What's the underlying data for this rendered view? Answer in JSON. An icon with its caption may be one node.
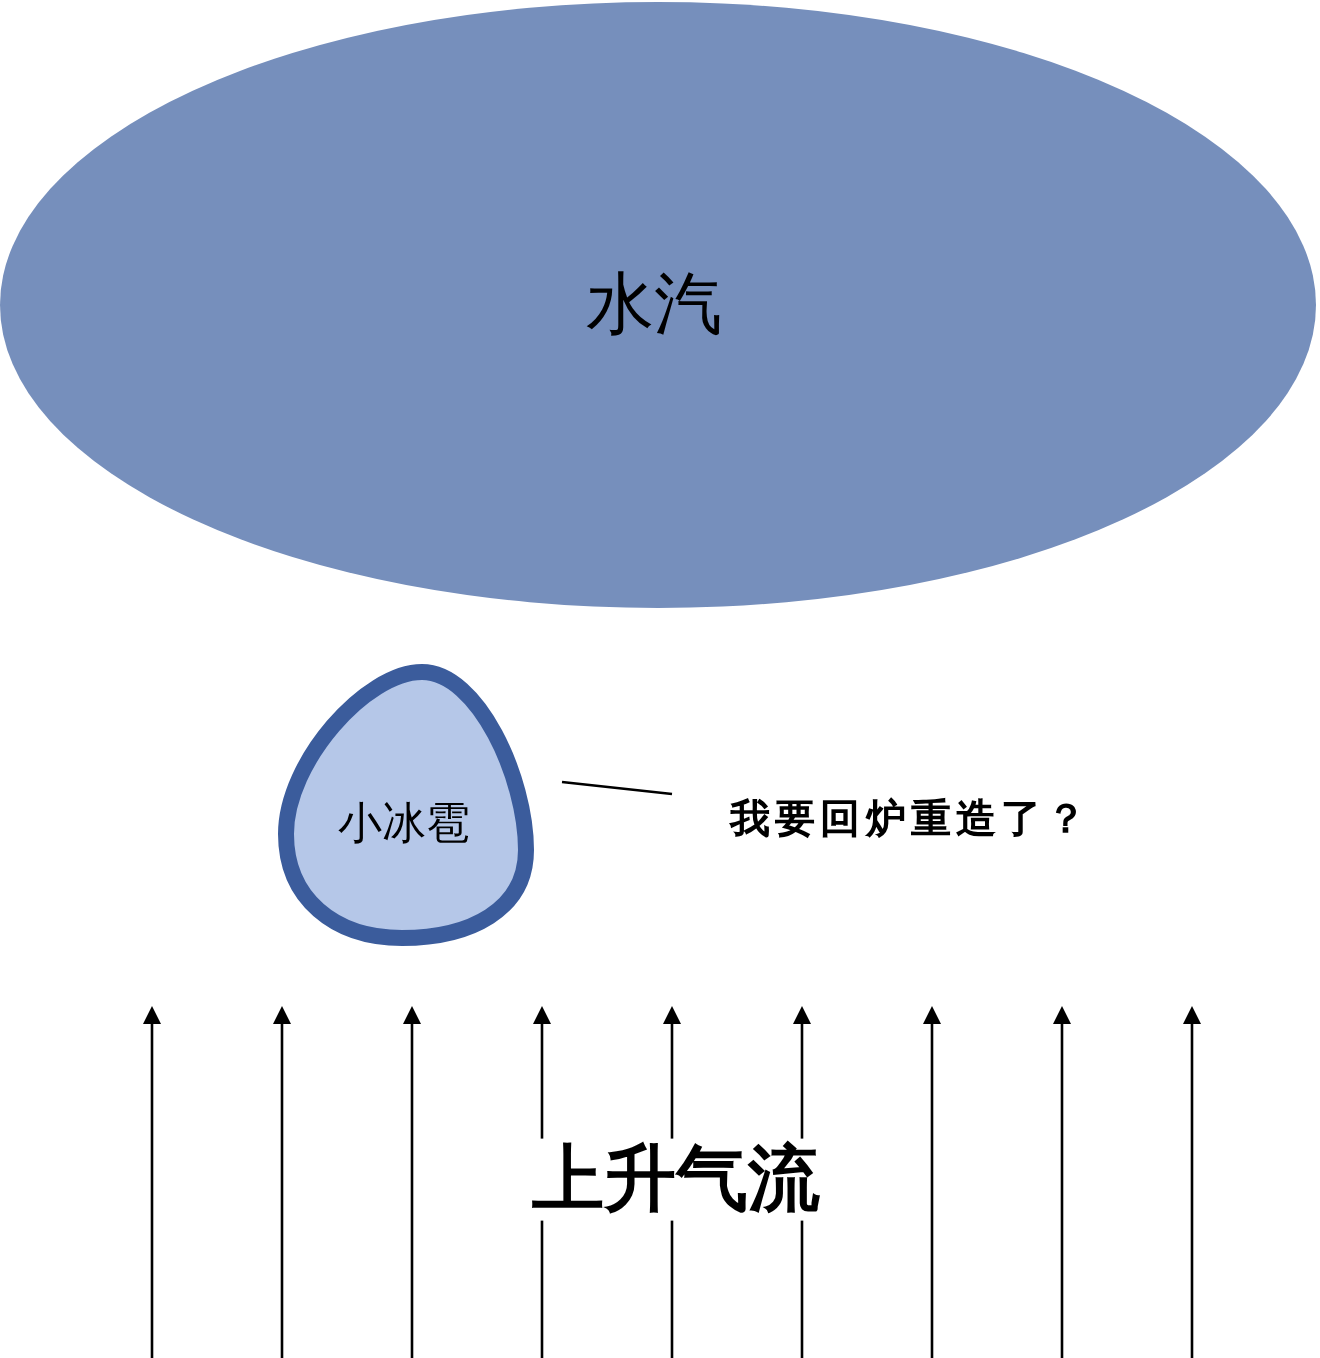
{
  "diagram": {
    "nodes": [
      {
        "text": [
          "水汽"
        ]
      },
      {
        "text": [
          "小冰雹"
        ]
      },
      {
        "text": [
          "我要回炉重造了？"
        ]
      }
    ],
    "edges": [
      {
        "from": 2,
        "to": 1,
        "arrow": "none"
      }
    ],
    "labels": [
      "上升气流"
    ]
  }
}
